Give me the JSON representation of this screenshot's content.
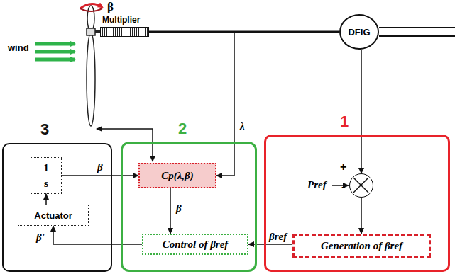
{
  "diagram": {
    "nodes": [
      {
        "text": [
          "3"
        ]
      },
      {
        "text": [
          "1",
          "s"
        ],
        "in": 0
      },
      {
        "text": [
          "Actuator"
        ],
        "in": 0
      },
      {
        "text": [
          "2"
        ]
      },
      {
        "text": [
          "Cp(λ,β)"
        ],
        "in": 3
      },
      {
        "text": [
          "Control of βref"
        ],
        "in": 3
      },
      {
        "text": [
          "1"
        ]
      },
      {
        "text": [
          "+",
          "-"
        ],
        "in": 6
      },
      {
        "text": [
          "Generation of βref"
        ],
        "in": 6
      },
      {
        "text": [
          "DFIG"
        ]
      },
      {
        "text": [
          "Multiplier"
        ]
      }
    ],
    "edges": [
      {
        "from": 9,
        "to": 7,
        "arrow": "to"
      },
      {
        "from": 7,
        "to": 8,
        "arrow": "to"
      },
      {
        "from": 8,
        "to": 5,
        "label": "βref",
        "arrow": "to"
      },
      {
        "from": 5,
        "to": 2,
        "label": "β'",
        "arrow": "to"
      },
      {
        "from": 2,
        "to": 1,
        "arrow": "to"
      },
      {
        "from": 1,
        "to": 4,
        "label": "β",
        "arrow": "to"
      },
      {
        "from": 4,
        "to": 5,
        "label": "β",
        "arrow": "to"
      },
      {
        "from": 10,
        "to": 4,
        "label": "λ",
        "arrow": "to"
      },
      {
        "from": 10,
        "to": 9,
        "arrow": "none"
      }
    ],
    "labels": [
      "wind",
      "β",
      "Pref"
    ]
  }
}
